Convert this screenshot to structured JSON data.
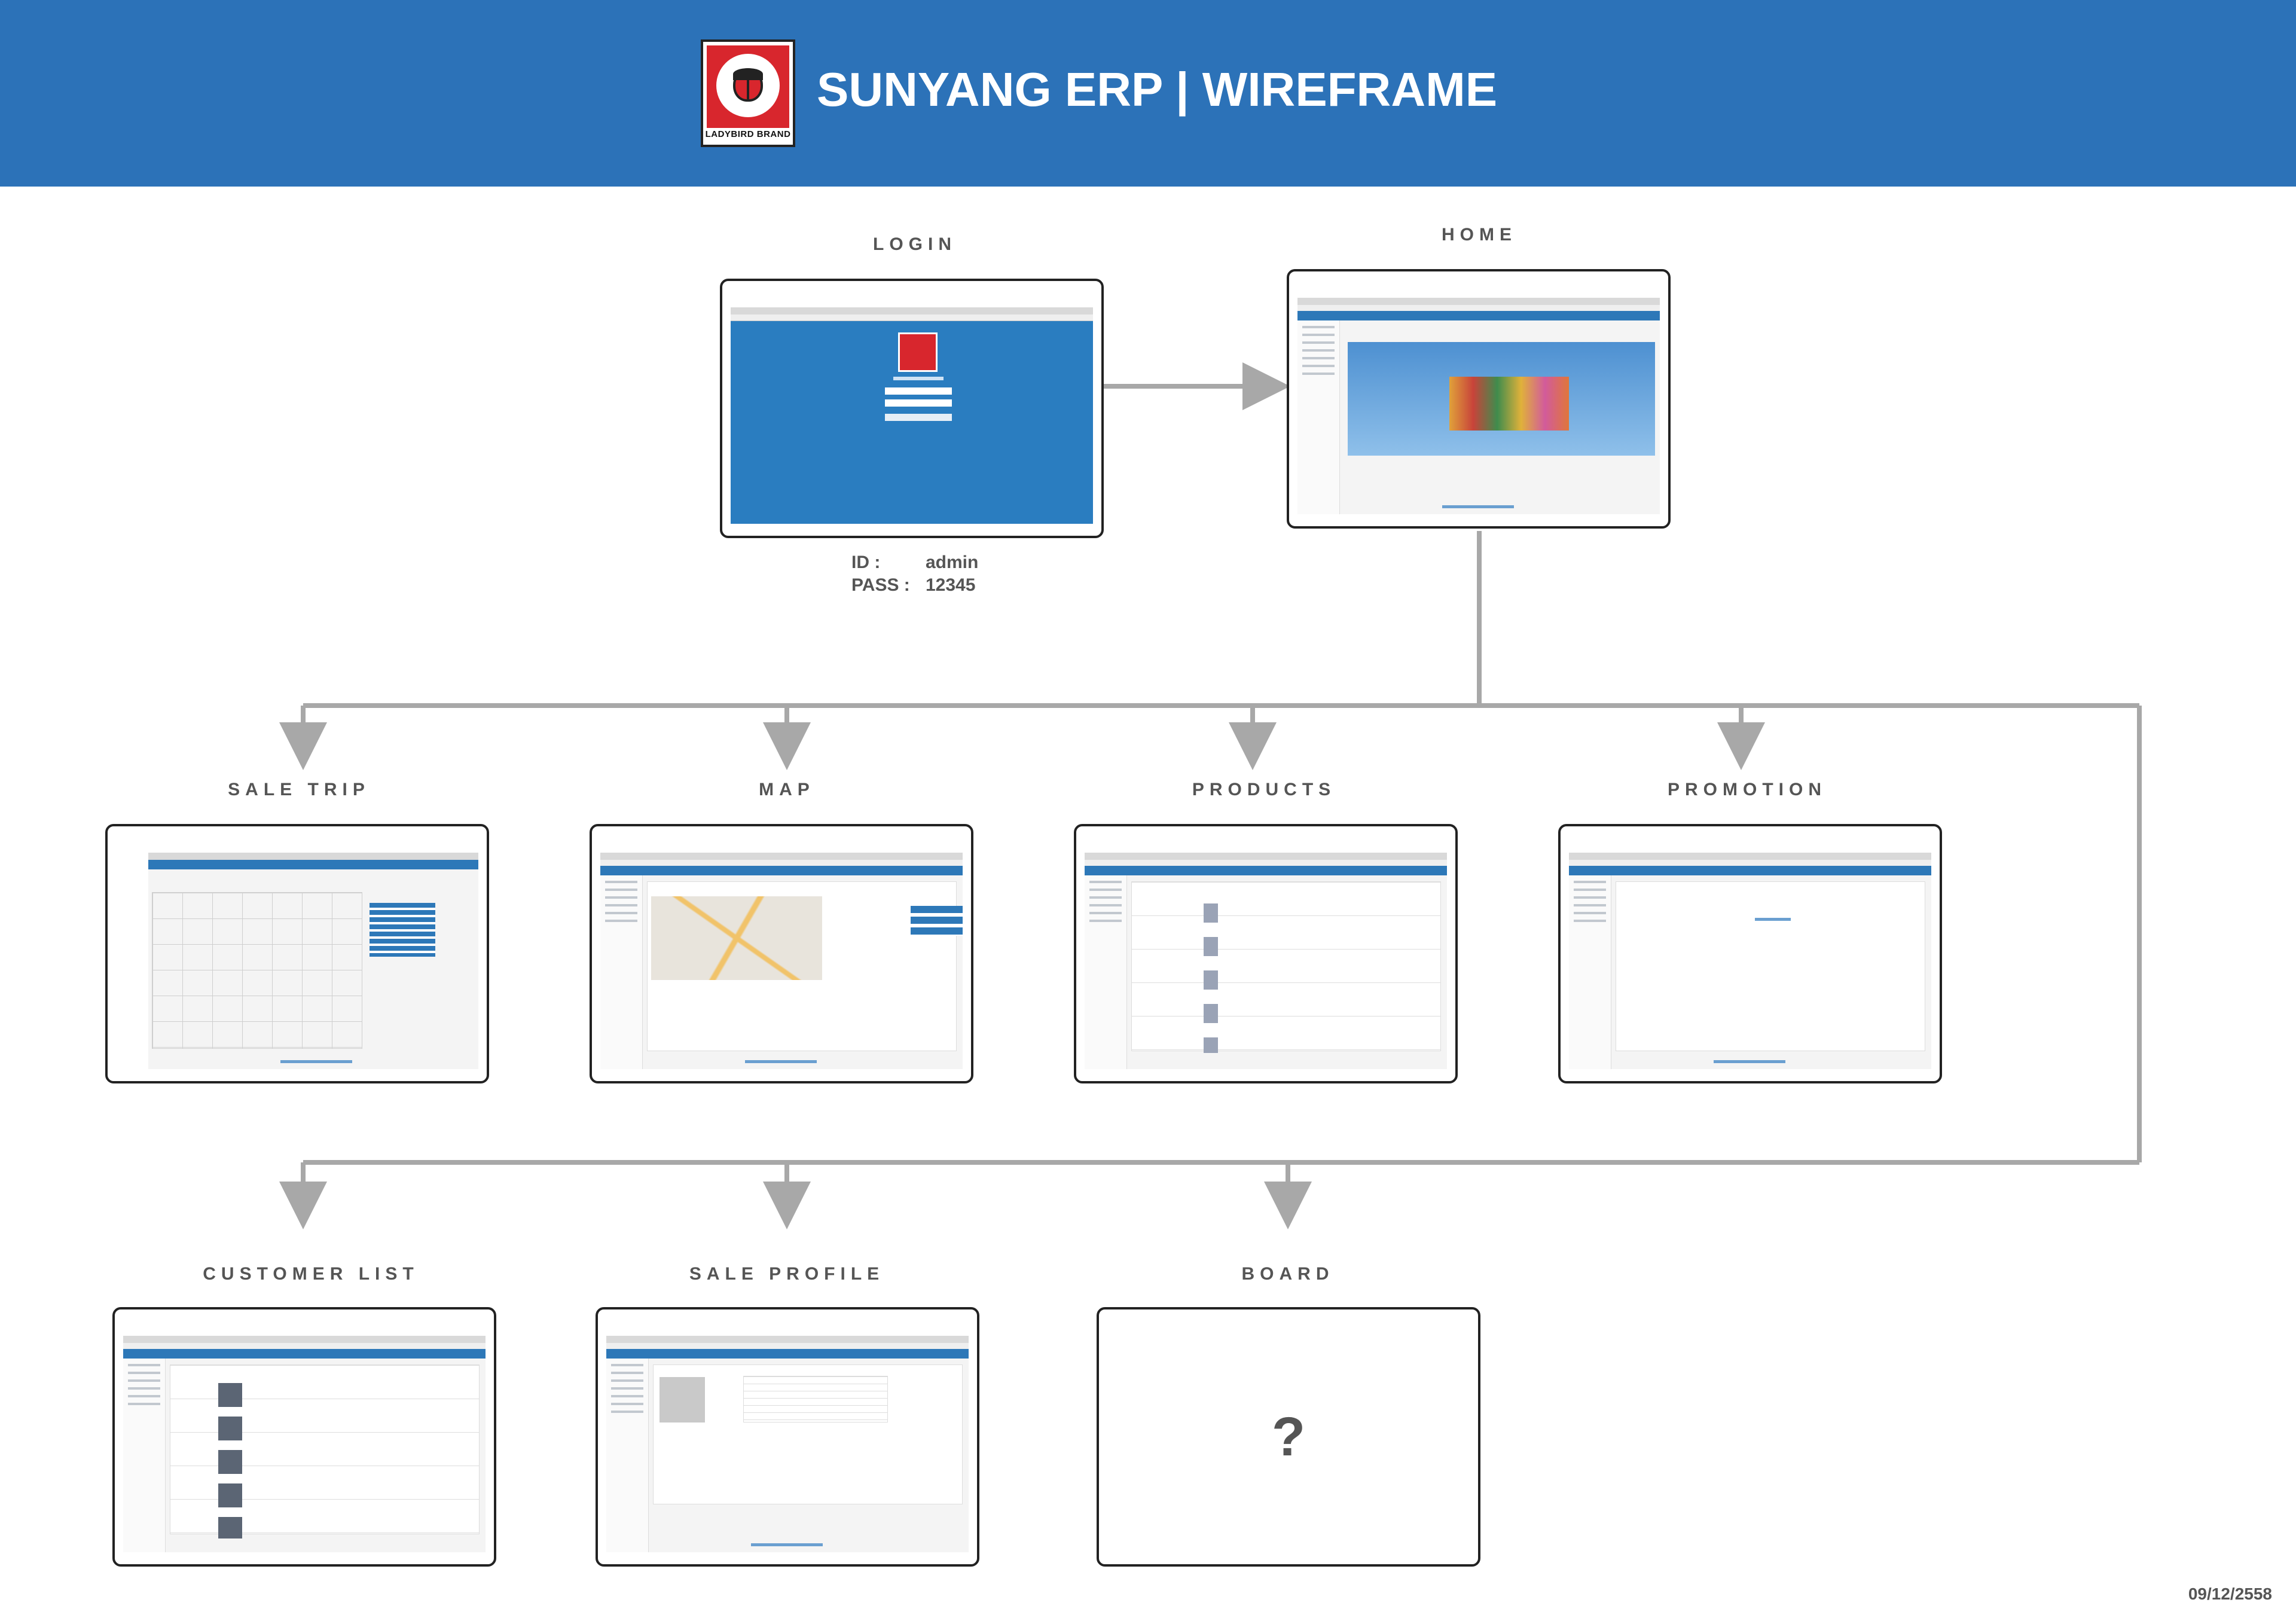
{
  "header": {
    "logo_alt": "LADYBIRD BRAND",
    "logo_text": "LADYBIRD BRAND",
    "title": "SUNYANG ERP | WIREFRAME"
  },
  "screens": {
    "login": {
      "label": "LOGIN"
    },
    "home": {
      "label": "HOME"
    },
    "sale_trip": {
      "label": "SALE TRIP"
    },
    "map": {
      "label": "MAP"
    },
    "products": {
      "label": "PRODUCTS"
    },
    "promotion": {
      "label": "PROMOTION"
    },
    "customer_list": {
      "label": "CUSTOMER LIST"
    },
    "sale_profile": {
      "label": "SALE PROFILE"
    },
    "board": {
      "label": "BOARD",
      "placeholder": "?"
    }
  },
  "credentials": {
    "id_label": "ID :",
    "id_value": "admin",
    "pass_label": "PASS :",
    "pass_value": "12345"
  },
  "footer": {
    "date": "09/12/2558"
  },
  "colors": {
    "banner": "#2c72b8",
    "connector": "#a8a8a8",
    "frame_border": "#222222",
    "app_blue": "#2d78b8"
  }
}
